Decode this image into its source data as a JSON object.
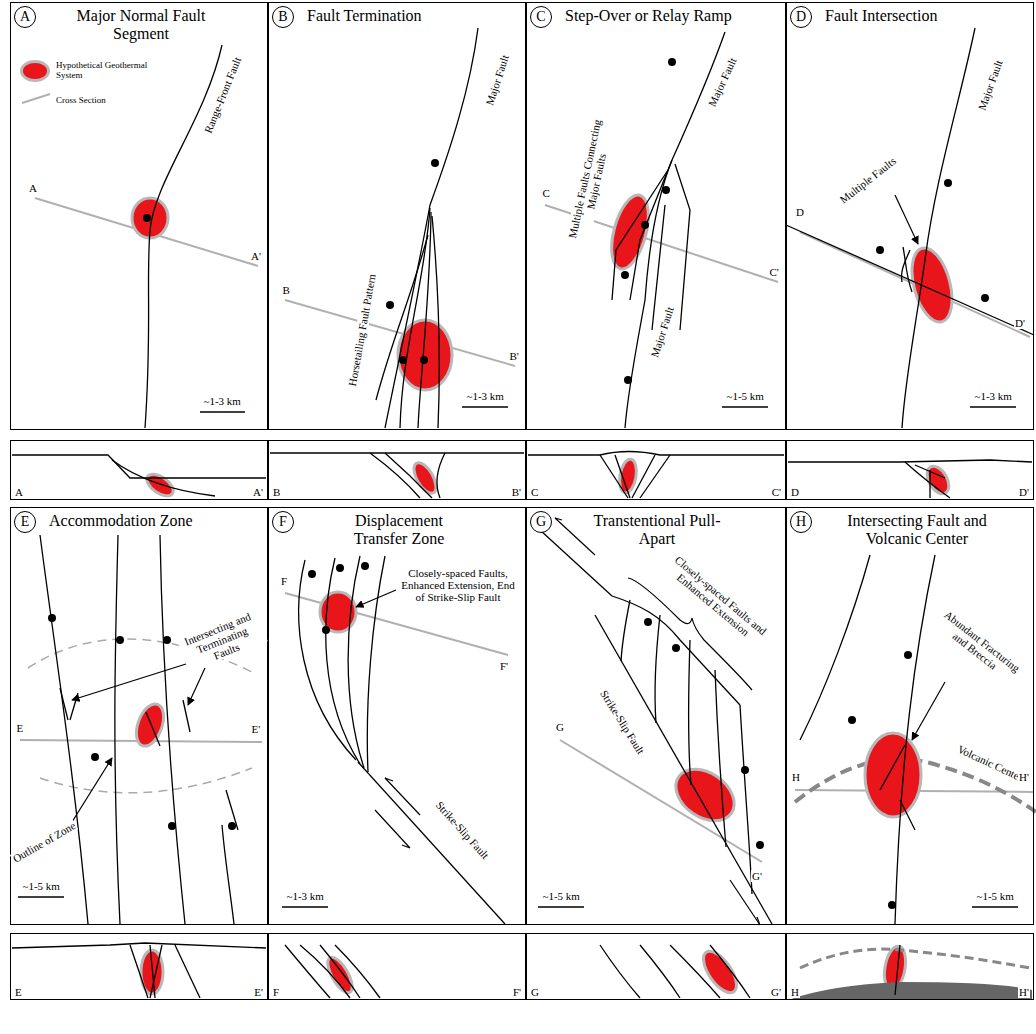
{
  "diagram": {
    "nodes": [
      {
        "text": [
          "Major Normal Fault Segment"
        ]
      },
      {
        "text": [
          "A"
        ],
        "in": 0
      },
      {
        "text": [
          "A",
          "A'"
        ]
      },
      {
        "text": [
          "Fault Termination"
        ]
      },
      {
        "text": [
          "B"
        ],
        "in": 3
      },
      {
        "text": [
          "B",
          "B'"
        ]
      },
      {
        "text": [
          "Step-Over or Relay Ramp"
        ]
      },
      {
        "text": [
          "C"
        ],
        "in": 6
      },
      {
        "text": [
          "C",
          "C'"
        ]
      },
      {
        "text": [
          "Fault Intersection"
        ]
      },
      {
        "text": [
          "D"
        ],
        "in": 9
      },
      {
        "text": [
          "D",
          "D'"
        ]
      },
      {
        "text": [
          "Accommodation Zone"
        ]
      },
      {
        "text": [
          "E"
        ],
        "in": 12
      },
      {
        "text": [
          "E",
          "E'"
        ]
      },
      {
        "text": [
          "Displacement Transfer Zone"
        ]
      },
      {
        "text": [
          "F"
        ],
        "in": 15
      },
      {
        "text": [
          "F",
          "F'"
        ]
      },
      {
        "text": [
          "Transtentional Pull-Apart"
        ]
      },
      {
        "text": [
          "G"
        ],
        "in": 18
      },
      {
        "text": [
          "G",
          "G'"
        ]
      },
      {
        "text": [
          "Intersecting Fault and Volcanic Center"
        ]
      },
      {
        "text": [
          "H"
        ],
        "in": 21
      },
      {
        "text": [
          "H",
          "H'"
        ]
      }
    ],
    "labels": [
      "Range-Front Fault",
      "A",
      "A'",
      "~1-3 km",
      "Major Fault",
      "Horsetailing Fault Pattern",
      "B",
      "B'",
      "~1-3 km",
      "Major Fault",
      "Multiple Faults Connecting Major Faults",
      "Major Fault",
      "C",
      "C'",
      "~1-5 km",
      "Major Fault",
      "Multiple Faults",
      "D",
      "D'",
      "~1-3 km",
      "Intersecting and Terminating Faults",
      "Outline of Zone",
      "E",
      "E'",
      "~1-5 km",
      "Closely-spaced Faults, Enhanced Extension, End of Strike-Slip Fault",
      "Strike-Slip Fault",
      "F",
      "F'",
      "~1-3 km",
      "Closely-spaced Faults and Enhanced Extension",
      "Strike-Slip Fault",
      "G",
      "G'",
      "~1-5 km",
      "Abundant Fracturing and Breccia",
      "Volcanic Center",
      "H",
      "H'",
      "~1-5 km"
    ],
    "legend": [
      {
        "text": "Hypothetical Geothermal System",
        "color": "#e8161b"
      },
      {
        "text": "Cross Section"
      }
    ]
  }
}
